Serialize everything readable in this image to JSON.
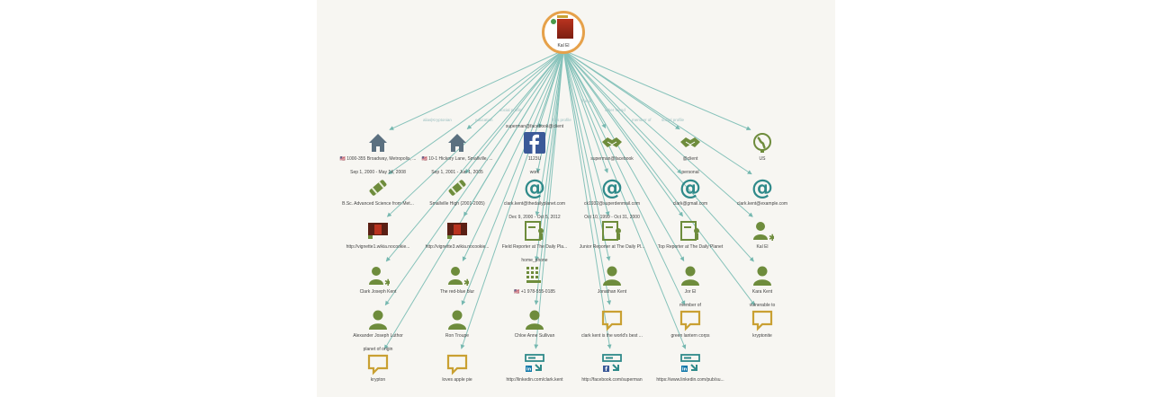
{
  "root": {
    "label": "Kal El"
  },
  "edge_labels": [
    "alias|Kryptonian",
    "education",
    "social profile",
    "has profile",
    "friend",
    "other friend",
    "member of",
    "social profile"
  ],
  "columns": [
    [
      {
        "icon": "house-icon",
        "label": "1000-355 Broadway, Metropolis, ...",
        "flag": true,
        "sub": "Sep 1, 2000 - May 14, 2008"
      },
      {
        "icon": "diploma-icon",
        "label": "B.Sc. Advanced Science from Met..."
      },
      {
        "icon": "photo-icon",
        "label": "http://vignette1.wikia.nocookie..."
      },
      {
        "icon": "person-alias-icon",
        "label": "Clark Joseph Kent"
      },
      {
        "icon": "person-icon",
        "label": "Alexander Joseph Luthor",
        "sub": "planet of origin"
      },
      {
        "icon": "comment-icon",
        "label": "krypton"
      }
    ],
    [
      {
        "icon": "house-icon",
        "label": "10-1 Hickory Lane, Smallville, ...",
        "flag": true,
        "sub": "Sep 1, 2001 - Jun 1, 2005"
      },
      {
        "icon": "diploma-icon",
        "label": "Smallville High (2001-2005)"
      },
      {
        "icon": "photo-icon",
        "label": "http://vignette3.wikia.nocookie..."
      },
      {
        "icon": "person-alias-icon",
        "label": "The red-blue blur"
      },
      {
        "icon": "person-icon",
        "label": "Ron Troupe"
      },
      {
        "icon": "comment-icon",
        "label": "loves apple pie"
      }
    ],
    [
      {
        "icon": "facebook-icon",
        "label": "1123U",
        "top": "superman@facebook@client",
        "sub": "work"
      },
      {
        "icon": "at-icon",
        "label": "clark.kent@thedailyplanet.com",
        "sub": "Dec 9, 2000 - Oct 5, 2012"
      },
      {
        "icon": "employment-icon",
        "label": "Field Reporter at The Daily Pla...",
        "sub": "home_phone"
      },
      {
        "icon": "phone-icon",
        "label": "+1 978-555-0185",
        "flag": true
      },
      {
        "icon": "person-icon",
        "label": "Chloe Anne Sullivan"
      },
      {
        "icon": "linkedin-icon",
        "label": "http://linkedin.com/clark.kent"
      }
    ],
    [
      {
        "icon": "handshake-icon",
        "label": "superman@facebook"
      },
      {
        "icon": "at-icon",
        "label": "ck1932@superdenmail.com",
        "sub": "Oct 10, 1999 - Oct 31, 2000"
      },
      {
        "icon": "employment-icon",
        "label": "Junior Reporter at The Daily Pl..."
      },
      {
        "icon": "person-icon",
        "label": "Jonathan Kent"
      },
      {
        "icon": "comment-icon",
        "label": "clark kent is the world's best ..."
      },
      {
        "icon": "facebook-link-icon",
        "label": "http://facebook.com/superman"
      }
    ],
    [
      {
        "icon": "handshake-icon",
        "label": "@client",
        "sub": "personal"
      },
      {
        "icon": "at-icon",
        "label": "clark@gmail.com"
      },
      {
        "icon": "employment-icon",
        "label": "Top Reporter at The Daily Planet"
      },
      {
        "icon": "person-icon",
        "label": "Jor El",
        "sub": "member of"
      },
      {
        "icon": "comment-icon",
        "label": "green lantern corps"
      },
      {
        "icon": "linkedin-icon",
        "label": "https://www.linkedin.com/pub/su..."
      }
    ],
    [
      {
        "icon": "globe-icon",
        "label": "US"
      },
      {
        "icon": "at-icon",
        "label": "clark.kent@example.com"
      },
      {
        "icon": "person-alias-icon",
        "label": "Kal El"
      },
      {
        "icon": "person-icon",
        "label": "Kara Kent",
        "sub": "vulnerable to"
      },
      {
        "icon": "comment-icon",
        "label": "kryptonite"
      }
    ]
  ]
}
